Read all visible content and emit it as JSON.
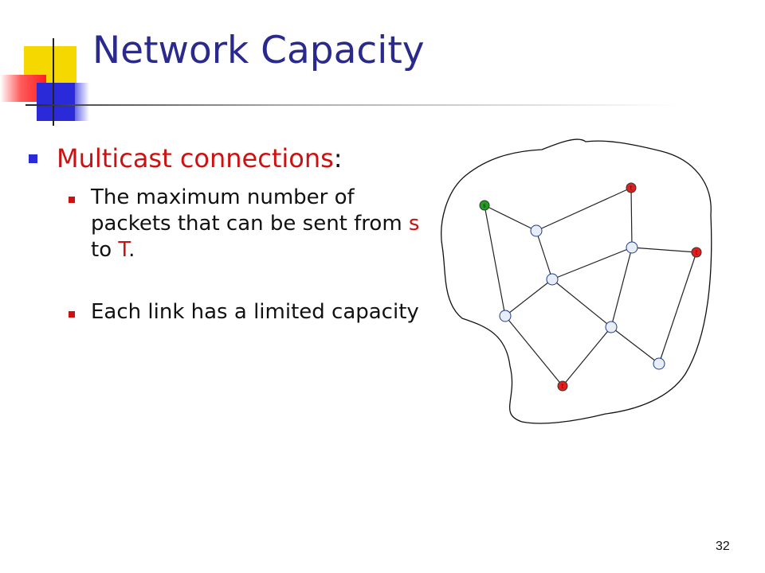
{
  "slide": {
    "title": "Network Capacity",
    "page_number": "32",
    "bullets": {
      "main": "Multicast connections",
      "main_suffix": ":",
      "sub1_part1": "The maximum number of packets that can be sent from ",
      "sub1_s": "s",
      "sub1_mid": " to ",
      "sub1_T": "T",
      "sub1_end": ".",
      "sub2": "Each link has a limited capacity"
    }
  },
  "diagram": {
    "nodes": [
      {
        "id": "s",
        "label": "s",
        "role": "source",
        "color": "#1ea01e"
      },
      {
        "id": "t1",
        "label": "t",
        "role": "terminal",
        "color": "#e02020"
      },
      {
        "id": "t2",
        "label": "t",
        "role": "terminal",
        "color": "#e02020"
      },
      {
        "id": "t3",
        "label": "t",
        "role": "terminal",
        "color": "#e02020"
      },
      {
        "id": "n1",
        "label": "",
        "role": "relay",
        "color": "#e8eef8"
      },
      {
        "id": "n2",
        "label": "",
        "role": "relay",
        "color": "#e8eef8"
      },
      {
        "id": "n3",
        "label": "",
        "role": "relay",
        "color": "#e8eef8"
      },
      {
        "id": "n4",
        "label": "",
        "role": "relay",
        "color": "#e8eef8"
      },
      {
        "id": "n5",
        "label": "",
        "role": "relay",
        "color": "#e8eef8"
      },
      {
        "id": "n6",
        "label": "",
        "role": "relay",
        "color": "#e8eef8"
      }
    ],
    "edges": [
      [
        "s",
        "n1"
      ],
      [
        "s",
        "n4"
      ],
      [
        "n1",
        "t1"
      ],
      [
        "n1",
        "n3"
      ],
      [
        "t1",
        "n2"
      ],
      [
        "n2",
        "t2"
      ],
      [
        "n2",
        "n3"
      ],
      [
        "n2",
        "n5"
      ],
      [
        "n3",
        "n4"
      ],
      [
        "n3",
        "n5"
      ],
      [
        "n4",
        "t3"
      ],
      [
        "n5",
        "t3"
      ],
      [
        "n5",
        "n6"
      ],
      [
        "t2",
        "n6"
      ]
    ]
  }
}
